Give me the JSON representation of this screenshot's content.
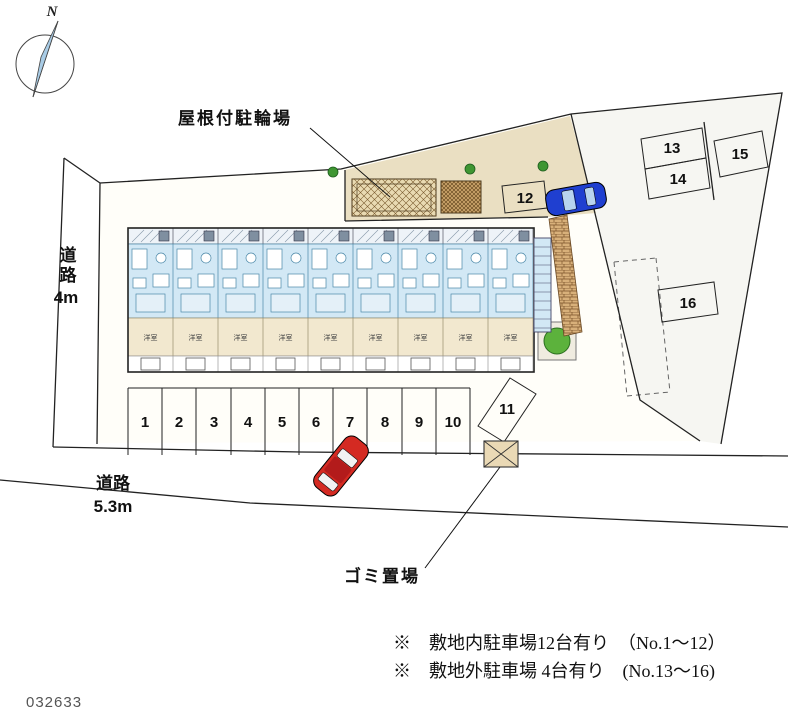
{
  "compass": {
    "north_label": "N"
  },
  "annotations": {
    "bike_parking_label": "屋根付駐輪場",
    "garbage_label": "ゴミ置場"
  },
  "roads": {
    "left": {
      "name": "道路",
      "width": "4m"
    },
    "bottom": {
      "name": "道路",
      "width": "5.3m"
    }
  },
  "building": {
    "unit_count": 9,
    "room_label": "洋室"
  },
  "parking": {
    "numbers": [
      "1",
      "2",
      "3",
      "4",
      "5",
      "6",
      "7",
      "8",
      "9",
      "10",
      "11",
      "12",
      "13",
      "14",
      "15",
      "16"
    ]
  },
  "notes": {
    "line1": "※　敷地内駐車場12台有り　（No.1〜12）",
    "line2": "※　敷地外駐車場 4台有り　(No.13〜16)"
  },
  "plan_number": "032633",
  "colors": {
    "unit_blue": "#d2e8f5",
    "room_tan": "#f2e8cf",
    "yard_tan": "#eadfc2",
    "shed_tan": "#e9dab2",
    "wall_brown": "#d8b07a",
    "car_blue": "#1f3fd0",
    "car_red": "#d42a22",
    "tree_green": "#3f9632"
  }
}
